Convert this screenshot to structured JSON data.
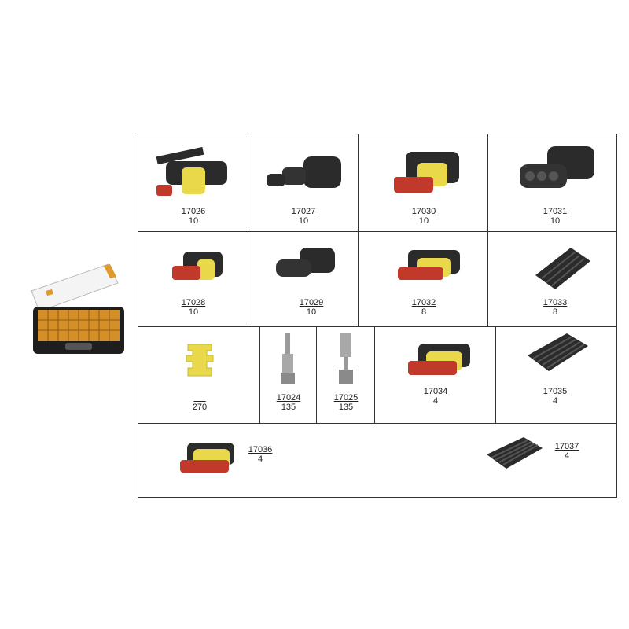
{
  "items": [
    {
      "code": "17026",
      "qty": "10"
    },
    {
      "code": "17027",
      "qty": "10"
    },
    {
      "code": "17030",
      "qty": "10"
    },
    {
      "code": "17031",
      "qty": "10"
    },
    {
      "code": "17028",
      "qty": "10"
    },
    {
      "code": "17029",
      "qty": "10"
    },
    {
      "code": "17032",
      "qty": "8"
    },
    {
      "code": "17033",
      "qty": "8"
    },
    {
      "code": "",
      "qty": "270"
    },
    {
      "code": "17024",
      "qty": "135"
    },
    {
      "code": "17025",
      "qty": "135"
    },
    {
      "code": "17034",
      "qty": "4"
    },
    {
      "code": "17035",
      "qty": "4"
    },
    {
      "code": "17036",
      "qty": "4"
    },
    {
      "code": "17037",
      "qty": "4"
    }
  ],
  "colors": {
    "border": "#333333",
    "connector_black": "#2b2b2b",
    "seal_yellow": "#e8d84a",
    "lock_red": "#c0392b",
    "terminal_grey": "#9a9a9a",
    "case_orange": "#e09a2a"
  }
}
